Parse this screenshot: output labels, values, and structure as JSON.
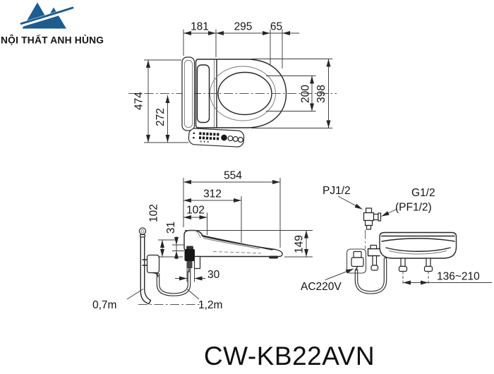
{
  "brand": {
    "name": "NỘI THẤT ANH HÙNG",
    "logo_color": "#1d5c8f"
  },
  "product": {
    "model": "CW-KB22AVN"
  },
  "plan_view": {
    "dim_back_width": "181",
    "dim_mid_width": "295",
    "dim_front_width": "65",
    "dim_overall_depth": "474",
    "dim_panel_depth": "272",
    "dim_opening_width": "200",
    "dim_seat_width": "398"
  },
  "side_view": {
    "dim_overall_length": "554",
    "dim_mid_length": "312",
    "dim_back_length": "102",
    "dim_back_height": "102",
    "dim_step_height": "31",
    "dim_inlet_offset": "30",
    "dim_front_height": "149",
    "label_supply_hose": "0,7m",
    "label_power_cord": "1,2m"
  },
  "rear_view": {
    "label_inlet_thread": "PJ1/2",
    "label_valve_thread": "G1/2",
    "label_valve_thread_alt": "(PF1/2)",
    "label_power": "AC220V",
    "dim_bolt_pitch": "136~210"
  }
}
